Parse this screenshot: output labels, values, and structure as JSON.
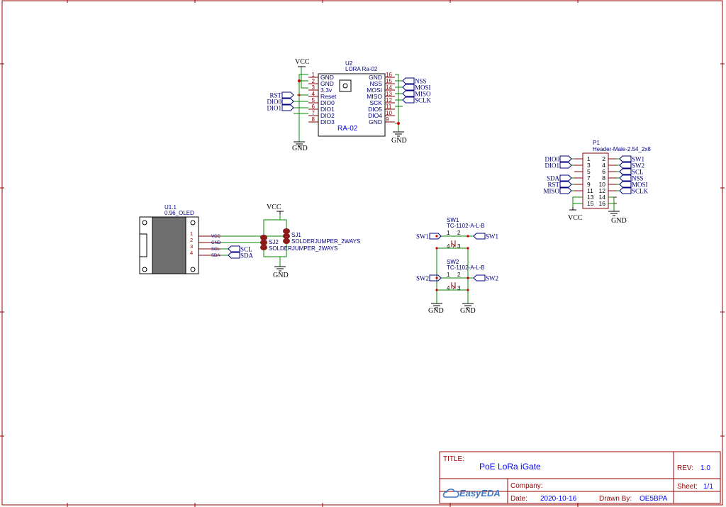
{
  "colors": {
    "border": "#990000",
    "wire": "#008800",
    "pin": "#880000",
    "text": "#0000ff",
    "label": "#000080",
    "partBody": "#880000",
    "jumper": "#8b1a1a",
    "title": "#0000ff",
    "tb_label": "#990000"
  },
  "u2": {
    "designator": "U2",
    "name": "LORA Ra-02",
    "body_label": "RA-02",
    "left_pins": [
      {
        "num": "1",
        "name": "GND"
      },
      {
        "num": "2",
        "name": "GND"
      },
      {
        "num": "3",
        "name": "3.3v"
      },
      {
        "num": "4",
        "name": "Reset"
      },
      {
        "num": "5",
        "name": "DIO0"
      },
      {
        "num": "6",
        "name": "DIO1"
      },
      {
        "num": "7",
        "name": "DIO2"
      },
      {
        "num": "8",
        "name": "DIO3"
      }
    ],
    "right_pins": [
      {
        "num": "16",
        "name": "GND"
      },
      {
        "num": "15",
        "name": "NSS"
      },
      {
        "num": "14",
        "name": "MOSI"
      },
      {
        "num": "13",
        "name": "MISO"
      },
      {
        "num": "12",
        "name": "SCK"
      },
      {
        "num": "11",
        "name": "DIO5"
      },
      {
        "num": "10",
        "name": "DIO4"
      },
      {
        "num": "9",
        "name": "GND"
      }
    ],
    "left_nets": [
      "RST",
      "DIO0",
      "DIO1"
    ],
    "right_nets": [
      "NSS",
      "MOSI",
      "MISO",
      "SCLK"
    ],
    "vcc": "VCC",
    "gnd_left": "GND",
    "gnd_right": "GND"
  },
  "p1": {
    "designator": "P1",
    "name": "Header-Male-2.54_2x8",
    "left_nums": [
      "1",
      "3",
      "5",
      "7",
      "9",
      "11",
      "13",
      "15"
    ],
    "right_nums": [
      "2",
      "4",
      "6",
      "8",
      "10",
      "12",
      "14",
      "16"
    ],
    "left_nets": [
      "DIO0",
      "DIO1",
      "",
      "SDA",
      "RST",
      "MISO",
      "",
      ""
    ],
    "right_nets": [
      "SW1",
      "SW2",
      "SCL",
      "NSS",
      "MOSI",
      "SCLK",
      "",
      ""
    ],
    "vcc": "VCC",
    "gnd": "GND"
  },
  "u11": {
    "designator": "U1.1",
    "name": "0.96_OLED",
    "pins": [
      {
        "num": "1",
        "name": "VCC"
      },
      {
        "num": "2",
        "name": "GND"
      },
      {
        "num": "3",
        "name": "SCL"
      },
      {
        "num": "4",
        "name": "SDA"
      }
    ],
    "nets": [
      "SCL",
      "SDA"
    ]
  },
  "jumpers": {
    "vcc": "VCC",
    "gnd": "GND",
    "sj1": "SJ1",
    "sj1_name": "SOLDERJUMPER_2WAYS",
    "sj2": "SJ2",
    "sj2_name": "SOLDERJUMPER_2WAYS"
  },
  "sw1": {
    "designator": "SW1",
    "name": "TC-1102-A-L-B",
    "left_net": "SW1",
    "right_net": "SW1",
    "pins": [
      "1",
      "2",
      "4",
      "3"
    ]
  },
  "sw2": {
    "designator": "SW2",
    "name": "TC-1102-A-L-B",
    "left_net": "SW2",
    "right_net": "SW2",
    "pins": [
      "1",
      "2",
      "4",
      "3"
    ]
  },
  "sw_gnd": [
    "GND",
    "GND"
  ],
  "title_block": {
    "title_label": "TITLE:",
    "title": "PoE LoRa iGate",
    "rev_label": "REV:",
    "rev": "1.0",
    "company_label": "Company:",
    "company": "",
    "sheet_label": "Sheet:",
    "sheet": "1/1",
    "date_label": "Date:",
    "date": "2020-10-16",
    "drawn_label": "Drawn By:",
    "drawn": "OE5BPA",
    "logo": "EasyEDA"
  }
}
